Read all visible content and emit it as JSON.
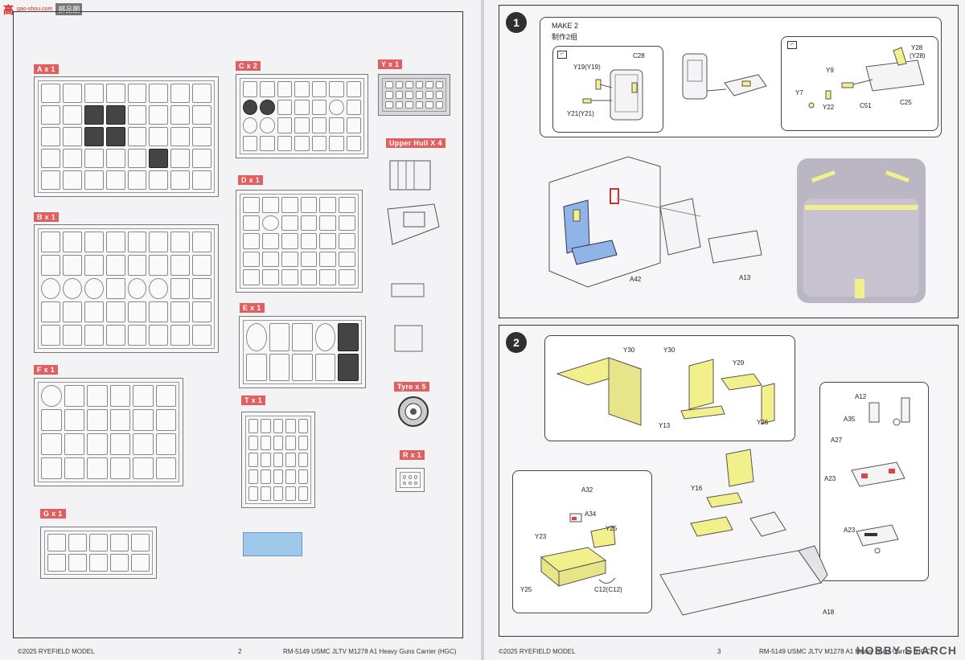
{
  "logo": {
    "mark": "高",
    "sub": "gao-shou.com",
    "tag": "部品图"
  },
  "left_page": {
    "sprues": [
      {
        "label": "A x 1"
      },
      {
        "label": "B x 1"
      },
      {
        "label": "F x 1"
      },
      {
        "label": "G x 1"
      },
      {
        "label": "C x 2"
      },
      {
        "label": "D x 1"
      },
      {
        "label": "E x 1"
      },
      {
        "label": "T x 1"
      },
      {
        "label": "Y x 1"
      },
      {
        "label": "Upper Hull X 4"
      },
      {
        "label": "Tyre x 5"
      },
      {
        "label": "R x 1"
      }
    ],
    "footer": {
      "copyright": "©2025 RYEFIELD MODEL",
      "page": "2",
      "title": "RM-5149 USMC JLTV M1278 A1 Heavy Guns Carrier (HGC)"
    }
  },
  "right_page": {
    "step1": {
      "number": "1",
      "make_en": "MAKE 2",
      "make_cn": "制作2组",
      "labels": {
        "y19": "Y19(Y19)",
        "y21": "Y21(Y21)",
        "c28": "C28",
        "y28a": "Y28",
        "y28b": "(Y28)",
        "y9": "Y9",
        "y7": "Y7",
        "y22": "Y22",
        "c51": "C51",
        "c25": "C25",
        "a42": "A42",
        "a13": "A13"
      }
    },
    "step2": {
      "number": "2",
      "labels": {
        "y30a": "Y30",
        "y30b": "Y30",
        "y29": "Y29",
        "y13": "Y13",
        "y26": "Y26",
        "a12": "A12",
        "a35": "A35",
        "a27": "A27",
        "a23a": "A23",
        "a23b": "A23",
        "a32": "A32",
        "a34": "A34",
        "y23": "Y23",
        "y25a": "Y25",
        "y25b": "Y25",
        "c12": "C12(C12)",
        "y16": "Y16",
        "a18": "A18"
      }
    },
    "footer": {
      "copyright": "©2025 RYEFIELD MODEL",
      "page": "3",
      "title": "RM-5149 USMC JLTV M1278 A1 Heavy Guns Carrier (HGC)"
    },
    "watermark": "HOBBY SEARCH"
  },
  "colors": {
    "photo_etch": "#f2f08a",
    "seat_blue": "#8fb4e6",
    "label_red": "#e06060"
  }
}
